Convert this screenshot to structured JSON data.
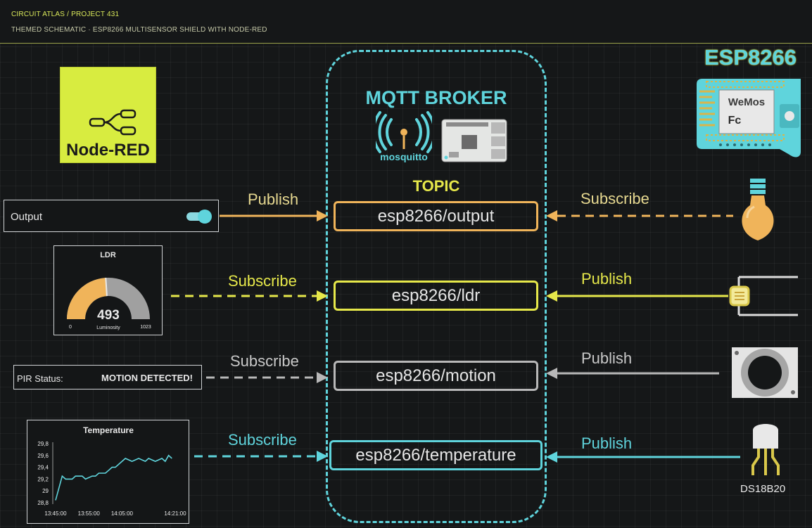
{
  "header": {
    "breadcrumb": "CIRCUIT ATLAS / PROJECT 431",
    "subtitle": "THEMED SCHEMATIC · ESP8266 MULTISENSOR SHIELD WITH NODE-RED"
  },
  "node_red": {
    "logo_text": "Node-RED"
  },
  "broker": {
    "title": "MQTT BROKER",
    "mosquitto_text": "mosquitto",
    "topic_heading": "TOPIC"
  },
  "esp": {
    "title": "ESP8266",
    "board_text": "WeMos",
    "board_mark": "Fc"
  },
  "topics": [
    {
      "name": "esp8266/output",
      "color": "#f0b45a"
    },
    {
      "name": "esp8266/ldr",
      "color": "#e6e84a"
    },
    {
      "name": "esp8266/motion",
      "color": "#b8b8b8"
    },
    {
      "name": "esp8266/temperature",
      "color": "#5fd4dc"
    }
  ],
  "left_links": [
    "Publish",
    "Subscribe",
    "Subscribe",
    "Subscribe"
  ],
  "right_links": [
    "Subscribe",
    "Publish",
    "Publish",
    "Publish"
  ],
  "output_widget": {
    "label": "Output"
  },
  "ldr_gauge": {
    "title": "LDR",
    "value": "493",
    "min": "0",
    "max": "1023",
    "unit": "Luminosity",
    "fraction": 0.48
  },
  "pir_widget": {
    "label": "PIR Status:",
    "status": "MOTION DETECTED!"
  },
  "temp_chart": {
    "title": "Temperature",
    "sensor_label": "DS18B20"
  },
  "chart_data": {
    "type": "line",
    "title": "Temperature",
    "xlabel": "",
    "ylabel": "",
    "x_tick_labels": [
      "13:45:00",
      "13:55:00",
      "14:05:00",
      "14:21:00"
    ],
    "y_tick_labels": [
      "28,8",
      "29",
      "29,2",
      "29,4",
      "29,6",
      "29,8"
    ],
    "ylim": [
      28.8,
      29.8
    ],
    "grid": false,
    "series": [
      {
        "x": [
          "13:45:00",
          "13:47:00",
          "13:48:00",
          "13:50:00",
          "13:51:00",
          "13:53:00",
          "13:54:00",
          "13:56:00",
          "13:57:00",
          "13:58:00",
          "14:00:00",
          "14:01:00",
          "14:02:00",
          "14:03:00",
          "14:04:00",
          "14:06:00",
          "14:08:00",
          "14:10:00",
          "14:12:00",
          "14:13:00",
          "14:15:00",
          "14:17:00",
          "14:18:00",
          "14:19:00",
          "14:20:00"
        ],
        "values": [
          28.84,
          29.25,
          29.2,
          29.2,
          29.25,
          29.25,
          29.2,
          29.25,
          29.25,
          29.3,
          29.3,
          29.35,
          29.4,
          29.4,
          29.45,
          29.55,
          29.5,
          29.55,
          29.5,
          29.55,
          29.5,
          29.55,
          29.5,
          29.6,
          29.55
        ]
      }
    ]
  }
}
